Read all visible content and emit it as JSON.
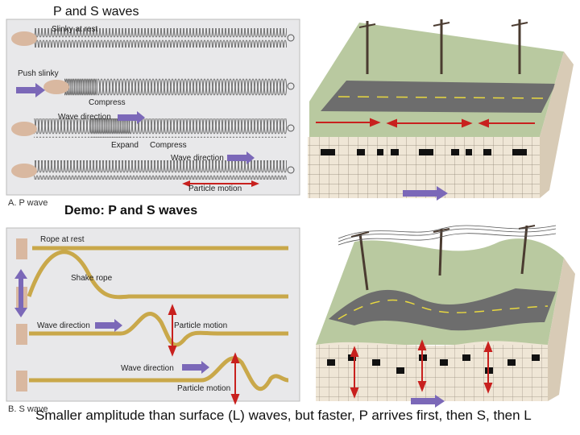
{
  "title": "P and S waves",
  "demo_title": "Demo: P and S waves",
  "caption": "Smaller amplitude than surface (L) waves, but faster, P arrives first, then S, then L",
  "p_panel": {
    "label": "A. P wave",
    "slinky_at_rest": "Slinky at rest",
    "push_slinky": "Push slinky",
    "compress": "Compress",
    "wave_direction": "Wave direction",
    "expand": "Expand",
    "compress_2": "Compress",
    "wave_direction_2": "Wave direction",
    "particle_motion": "Particle motion"
  },
  "s_panel": {
    "label": "B. S wave",
    "rope_at_rest": "Rope at rest",
    "shake_rope": "Shake rope",
    "wave_direction": "Wave direction",
    "particle_motion": "Particle motion",
    "wave_direction_2": "Wave direction",
    "particle_motion_2": "Particle motion"
  },
  "colors": {
    "panel_bg": "#e8e8ea",
    "arrow_purple": "#7b68b8",
    "arrow_red": "#c8201e",
    "grass": "#b9c9a0",
    "road": "#6d6d6d",
    "ground_face": "#efe6d6"
  }
}
